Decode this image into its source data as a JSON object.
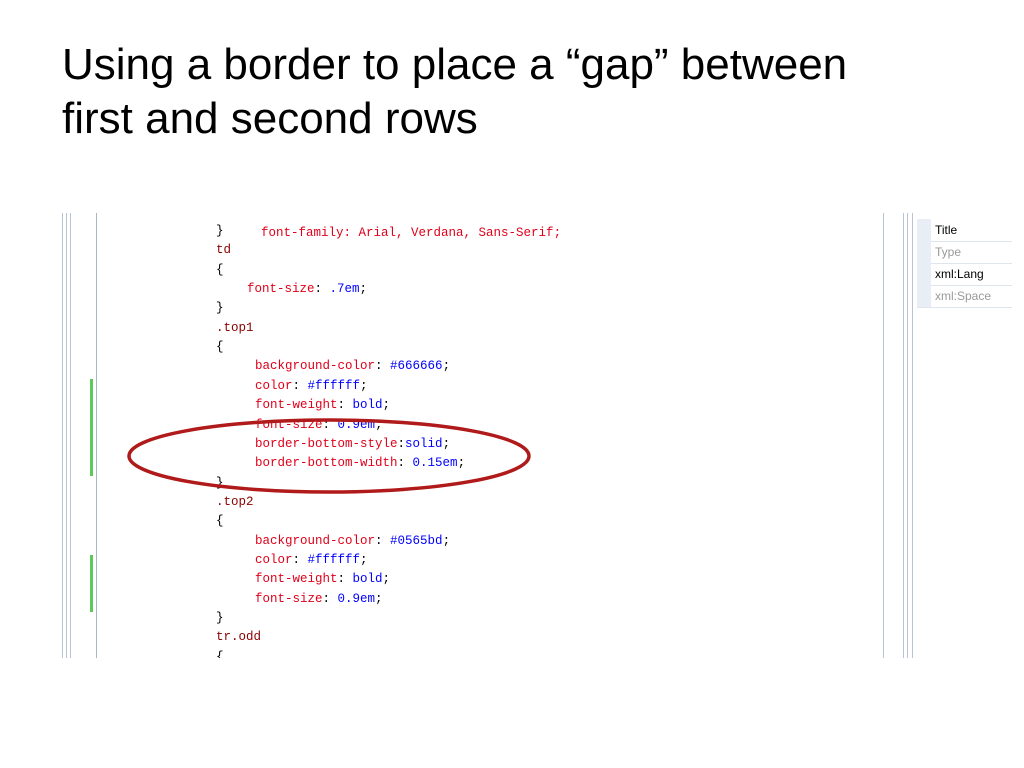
{
  "slide": {
    "title_line1": "Using a border to place a “gap” between",
    "title_line2": "first and second rows"
  },
  "code": {
    "partial_first_line": "font-family: Arial, Verdana, Sans-Serif;",
    "lines": [
      {
        "indent": "    ",
        "selector": "}",
        "property": "",
        "value": ""
      },
      {
        "indent": "    ",
        "selector": "td",
        "property": "",
        "value": ""
      },
      {
        "indent": "    ",
        "selector": "{",
        "property": "",
        "value": ""
      },
      {
        "indent": "      ",
        "selector": "",
        "property": "font-size",
        "value": ".7em"
      },
      {
        "indent": "    ",
        "selector": "}",
        "property": "",
        "value": ""
      },
      {
        "indent": "    ",
        "selector": ".top1",
        "property": "",
        "value": ""
      },
      {
        "indent": "    ",
        "selector": "{",
        "property": "",
        "value": ""
      },
      {
        "indent": "        ",
        "selector": "",
        "property": "background-color",
        "value": "#666666"
      },
      {
        "indent": "        ",
        "selector": "",
        "property": "color",
        "value": "#ffffff"
      },
      {
        "indent": "        ",
        "selector": "",
        "property": "font-weight",
        "value": "bold"
      },
      {
        "indent": "        ",
        "selector": "",
        "property": "font-size",
        "value": "0.9em"
      },
      {
        "indent": "        ",
        "selector": "",
        "property": "border-bottom-style",
        "value": "solid",
        "nospace": true
      },
      {
        "indent": "        ",
        "selector": "",
        "property": "border-bottom-width",
        "value": "0.15em"
      },
      {
        "indent": "    ",
        "selector": "}",
        "property": "",
        "value": ""
      },
      {
        "indent": "    ",
        "selector": ".top2",
        "property": "",
        "value": ""
      },
      {
        "indent": "    ",
        "selector": "{",
        "property": "",
        "value": ""
      },
      {
        "indent": "        ",
        "selector": "",
        "property": "background-color",
        "value": "#0565bd"
      },
      {
        "indent": "        ",
        "selector": "",
        "property": "color",
        "value": "#ffffff"
      },
      {
        "indent": "        ",
        "selector": "",
        "property": "font-weight",
        "value": "bold"
      },
      {
        "indent": "        ",
        "selector": "",
        "property": "font-size",
        "value": "0.9em"
      },
      {
        "indent": "    ",
        "selector": "}",
        "property": "",
        "value": ""
      },
      {
        "indent": "    ",
        "selector": "tr.odd",
        "property": "",
        "value": ""
      },
      {
        "indent": "    ",
        "selector": "{",
        "property": "",
        "value": ""
      }
    ]
  },
  "properties_panel": {
    "rows": [
      {
        "label": "Title",
        "color": "#000000"
      },
      {
        "label": "Type",
        "color": "#9a9a9a"
      },
      {
        "label": "xml:Lang",
        "color": "#000000"
      },
      {
        "label": "xml:Space",
        "color": "#9a9a9a"
      }
    ]
  },
  "colors": {
    "selector": "#8b0000",
    "property": "#e0001a",
    "value": "#0000ff",
    "highlight_ellipse": "#b01a1a",
    "change_marker": "#5cc95c"
  }
}
